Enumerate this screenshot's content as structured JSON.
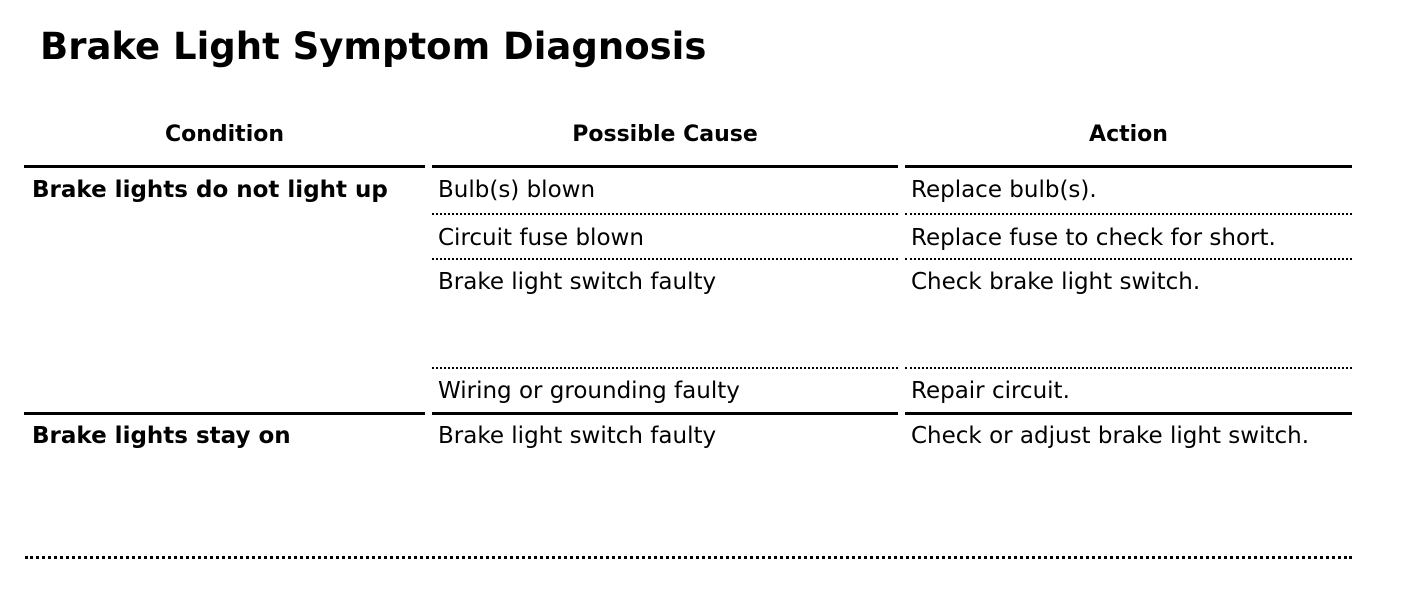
{
  "document": {
    "title": "Brake Light Symptom Diagnosis",
    "background_color": "#ffffff",
    "text_color": "#000000"
  },
  "table": {
    "columns": [
      {
        "key": "condition",
        "label": "Condition"
      },
      {
        "key": "possible_cause",
        "label": "Possible Cause"
      },
      {
        "key": "action",
        "label": "Action"
      }
    ],
    "rows": [
      {
        "condition": "Brake lights do not light up",
        "possible_cause": "Bulb(s) blown",
        "action": "Replace bulb(s)."
      },
      {
        "condition": "",
        "possible_cause": "Circuit fuse blown",
        "action": "Replace fuse to check for short."
      },
      {
        "condition": "",
        "possible_cause": "Brake light switch faulty",
        "action": "Check brake light switch."
      },
      {
        "condition": "",
        "possible_cause": "Wiring or grounding faulty",
        "action": "Repair circuit."
      },
      {
        "condition": "Brake lights stay on",
        "possible_cause": "Brake light switch faulty",
        "action": "Check or adjust brake light switch."
      }
    ]
  }
}
